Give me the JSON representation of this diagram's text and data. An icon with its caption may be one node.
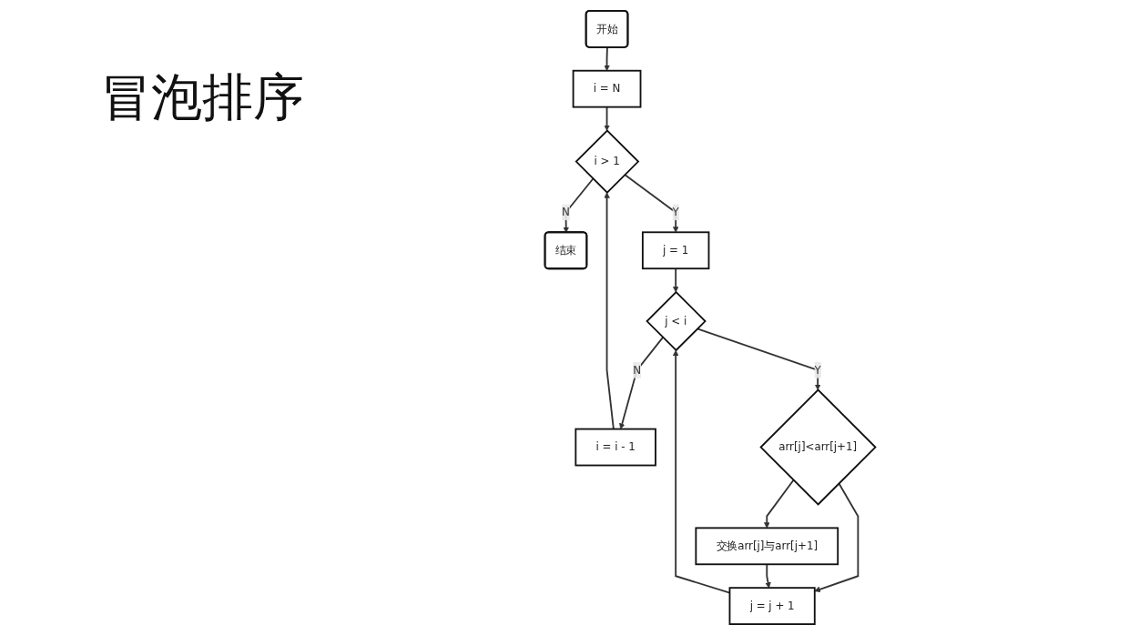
{
  "diagram": {
    "title": "冒泡排序",
    "nodes": [
      {
        "text": [
          "开始"
        ]
      },
      {
        "text": [
          "i = N"
        ]
      },
      {
        "text": [
          "i > 1"
        ]
      },
      {
        "text": [
          "结束"
        ]
      },
      {
        "text": [
          "i = i - 1"
        ]
      },
      {
        "text": [
          "j = 1"
        ]
      },
      {
        "text": [
          "j < i"
        ]
      },
      {
        "text": [
          "j = j + 1"
        ]
      },
      {
        "text": [
          "arr[j]<arr[j+1]"
        ]
      },
      {
        "text": [
          "交换arr[j]与arr[j+1]"
        ]
      }
    ],
    "edges": [
      {
        "from": 0,
        "to": 1,
        "arrow": "to"
      },
      {
        "from": 1,
        "to": 2,
        "arrow": "to"
      },
      {
        "from": 2,
        "to": 3,
        "arrow": "to",
        "label": "N"
      },
      {
        "from": 2,
        "to": 5,
        "arrow": "to",
        "label": "Y"
      },
      {
        "from": 4,
        "to": 2,
        "arrow": "to"
      },
      {
        "from": 5,
        "to": 6,
        "arrow": "to"
      },
      {
        "from": 6,
        "to": 4,
        "arrow": "to",
        "label": "N"
      },
      {
        "from": 6,
        "to": 8,
        "arrow": "to",
        "label": "Y"
      },
      {
        "from": 8,
        "to": 7,
        "arrow": "to"
      },
      {
        "from": 8,
        "to": 9,
        "arrow": "to"
      },
      {
        "from": 9,
        "to": 7,
        "arrow": "to"
      },
      {
        "from": 7,
        "to": 6,
        "arrow": "to"
      }
    ]
  }
}
